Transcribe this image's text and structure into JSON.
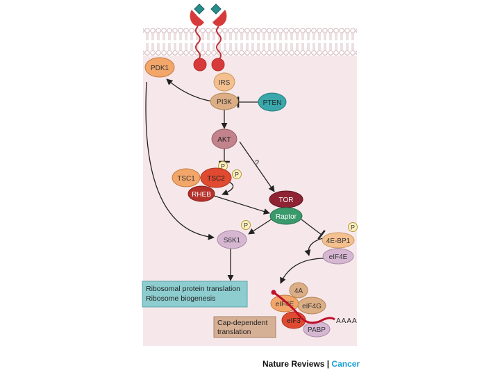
{
  "nodes": {
    "pdk1": "PDK1",
    "irs": "IRS",
    "pi3k": "PI3K",
    "pten": "PTEN",
    "akt": "AKT",
    "tsc1": "TSC1",
    "tsc2": "TSC2",
    "rheb": "RHEB",
    "tor": "TOR",
    "raptor": "Raptor",
    "s6k1": "S6K1",
    "bp1": "4E-BP1",
    "eif4e": "eIF4E",
    "n4a": "4A",
    "eif4e_b": "eIF4E",
    "eif4g": "eIF4G",
    "eif3": "eIF3",
    "pabp": "PABP"
  },
  "phospho_label": "P",
  "question_mark": "?",
  "ribosomal_box": {
    "line1": "Ribosomal protein translation",
    "line2": "Ribosome biogenesis"
  },
  "cap_box": {
    "line1": "Cap-dependent",
    "line2": "translation"
  },
  "poly_a": "AAAA",
  "credit": {
    "journal": "Nature Reviews",
    "separator": " | ",
    "section": "Cancer"
  },
  "colors": {
    "background": "#f6e8ea",
    "receptor": "#d63a3a",
    "ligand": "#2a8c8c",
    "orange_node": "#f2a66a",
    "peach_node": "#f4c090",
    "tan_node": "#dcae86",
    "teal_node": "#3aa7aa",
    "mauve_node": "#c2838c",
    "red_node": "#e04a30",
    "dark_red_node": "#b5312a",
    "tor_node": "#8e2334",
    "raptor_node": "#3a9a6c",
    "lavender_node": "#d6b7d2",
    "ribosomal_box": "#8dcdd0",
    "cap_box": "#d6b095",
    "mrna": "#c0102a"
  }
}
